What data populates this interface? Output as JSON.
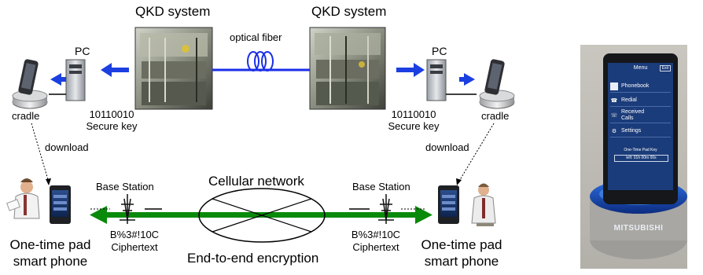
{
  "qkd_left": {
    "title": "QKD system"
  },
  "qkd_right": {
    "title": "QKD system"
  },
  "optical_fiber": "optical fiber",
  "pc_left": {
    "label": "PC"
  },
  "pc_right": {
    "label": "PC"
  },
  "secure_key_left": {
    "bits": "10110010",
    "label": "Secure key"
  },
  "secure_key_right": {
    "bits": "10110010",
    "label": "Secure key"
  },
  "cradle_left": "cradle",
  "cradle_right": "cradle",
  "download_left": "download",
  "download_right": "download",
  "network": {
    "title": "Cellular network",
    "subtitle": "End-to-end encryption"
  },
  "base_station_left": "Base Station",
  "base_station_right": "Base Station",
  "cipher_left": {
    "text": "B%3#!10C",
    "label": "Ciphertext"
  },
  "cipher_right": {
    "text": "B%3#!10C",
    "label": "Ciphertext"
  },
  "phone_left": {
    "line1": "One-time pad",
    "line2": "smart phone"
  },
  "phone_right": {
    "line1": "One-time pad",
    "line2": "smart phone"
  },
  "photo": {
    "menu_title": "Menu",
    "exit": "Exit",
    "items": [
      "Phonebook",
      "Redial",
      "Received Calls",
      "Settings"
    ],
    "footer_title": "One-Time Pad Key",
    "footer_value": "left: 01h 00m 00s",
    "brand": "MITSUBISHI"
  },
  "colors": {
    "arrow_blue": "#1b3fe0",
    "fiber_blue": "#1a2fe8",
    "arrow_green": "#0a8a0a"
  }
}
